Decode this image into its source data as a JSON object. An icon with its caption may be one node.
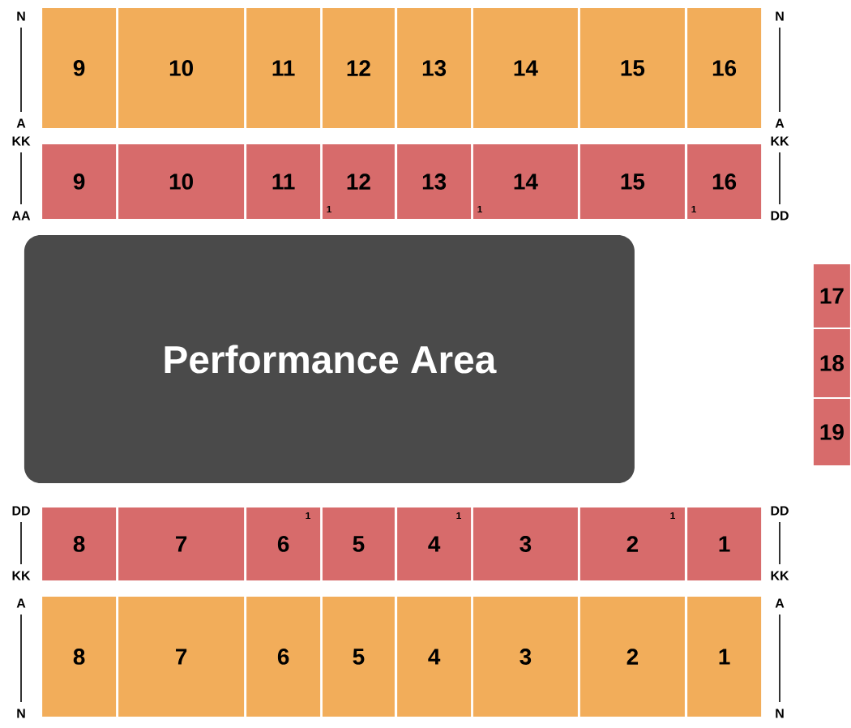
{
  "diagram": {
    "nodes": [
      {
        "text": [
          "9"
        ]
      },
      {
        "text": [
          "10"
        ]
      },
      {
        "text": [
          "11"
        ]
      },
      {
        "text": [
          "12"
        ]
      },
      {
        "text": [
          "13"
        ]
      },
      {
        "text": [
          "14"
        ]
      },
      {
        "text": [
          "15"
        ]
      },
      {
        "text": [
          "16"
        ]
      },
      {
        "text": [
          "9"
        ]
      },
      {
        "text": [
          "10"
        ]
      },
      {
        "text": [
          "11"
        ]
      },
      {
        "text": [
          "12",
          "1"
        ]
      },
      {
        "text": [
          "13"
        ]
      },
      {
        "text": [
          "14",
          "1"
        ]
      },
      {
        "text": [
          "15"
        ]
      },
      {
        "text": [
          "16",
          "1"
        ]
      },
      {
        "text": [
          "Performance Area"
        ]
      },
      {
        "text": [
          "17"
        ]
      },
      {
        "text": [
          "18"
        ]
      },
      {
        "text": [
          "19"
        ]
      },
      {
        "text": [
          "8"
        ]
      },
      {
        "text": [
          "7"
        ]
      },
      {
        "text": [
          "6",
          "1"
        ]
      },
      {
        "text": [
          "5"
        ]
      },
      {
        "text": [
          "4",
          "1"
        ]
      },
      {
        "text": [
          "3"
        ]
      },
      {
        "text": [
          "2",
          "1"
        ]
      },
      {
        "text": [
          "1"
        ]
      },
      {
        "text": [
          "8"
        ]
      },
      {
        "text": [
          "7"
        ]
      },
      {
        "text": [
          "6"
        ]
      },
      {
        "text": [
          "5"
        ]
      },
      {
        "text": [
          "4"
        ]
      },
      {
        "text": [
          "3"
        ]
      },
      {
        "text": [
          "2"
        ]
      },
      {
        "text": [
          "1"
        ]
      }
    ],
    "labels": [
      "N",
      "N",
      "A",
      "A",
      "KK",
      "KK",
      "AA",
      "DD",
      "DD",
      "DD",
      "KK",
      "KK",
      "A",
      "A",
      "N",
      "N"
    ]
  }
}
